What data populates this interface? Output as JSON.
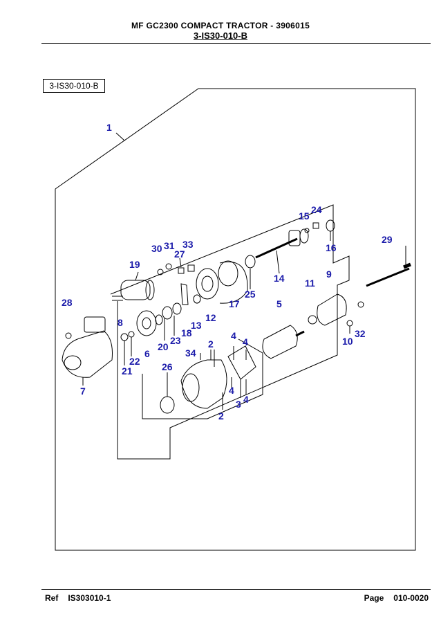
{
  "header": {
    "title": "MF GC2300  COMPACT TRACTOR - 3906015",
    "subtitle": "3-IS30-010-B"
  },
  "figure": {
    "reference_label": "3-IS30-010-B",
    "callouts": [
      {
        "key": "c1",
        "label": "1"
      },
      {
        "key": "c15",
        "label": "15"
      },
      {
        "key": "c24",
        "label": "24"
      },
      {
        "key": "c29",
        "label": "29"
      },
      {
        "key": "c30",
        "label": "30"
      },
      {
        "key": "c31",
        "label": "31"
      },
      {
        "key": "c33",
        "label": "33"
      },
      {
        "key": "c27",
        "label": "27"
      },
      {
        "key": "c19",
        "label": "19"
      },
      {
        "key": "c16",
        "label": "16"
      },
      {
        "key": "c14",
        "label": "14"
      },
      {
        "key": "c11",
        "label": "11"
      },
      {
        "key": "c9",
        "label": "9"
      },
      {
        "key": "c25",
        "label": "25"
      },
      {
        "key": "c17",
        "label": "17"
      },
      {
        "key": "c28",
        "label": "28"
      },
      {
        "key": "c5",
        "label": "5"
      },
      {
        "key": "c12",
        "label": "12"
      },
      {
        "key": "c13",
        "label": "13"
      },
      {
        "key": "c8",
        "label": "8"
      },
      {
        "key": "c18",
        "label": "18"
      },
      {
        "key": "c23",
        "label": "23"
      },
      {
        "key": "c20",
        "label": "20"
      },
      {
        "key": "c6",
        "label": "6"
      },
      {
        "key": "c10",
        "label": "10"
      },
      {
        "key": "c32",
        "label": "32"
      },
      {
        "key": "c2a",
        "label": "2"
      },
      {
        "key": "c4a",
        "label": "4"
      },
      {
        "key": "c4b",
        "label": "4"
      },
      {
        "key": "c34",
        "label": "34"
      },
      {
        "key": "c22",
        "label": "22"
      },
      {
        "key": "c21",
        "label": "21"
      },
      {
        "key": "c26",
        "label": "26"
      },
      {
        "key": "c7",
        "label": "7"
      },
      {
        "key": "c4c",
        "label": "4"
      },
      {
        "key": "c3",
        "label": "3"
      },
      {
        "key": "c4d",
        "label": "4"
      },
      {
        "key": "c2b",
        "label": "2"
      }
    ]
  },
  "footer": {
    "ref_label": "Ref",
    "ref_value": "IS303010-1",
    "page_label": "Page",
    "page_value": "010-0020"
  }
}
